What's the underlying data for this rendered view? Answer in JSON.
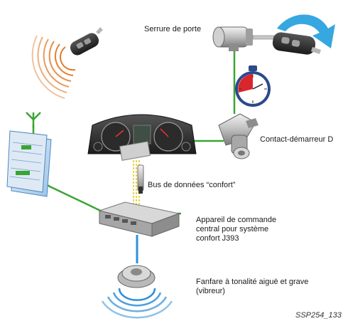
{
  "labels": {
    "door_lock": "Serrure de porte",
    "ignition": "Contact-démarreur D",
    "bus": "Bus de données “confort”",
    "control_unit_line1": "Appareil de commande",
    "control_unit_line2": "central pour système",
    "control_unit_line3": "confort J393",
    "horn_line1": "Fanfare à tonalité aiguë et grave",
    "horn_line2": "(vibreur)",
    "reference": "SSP254_133"
  },
  "colors": {
    "wire": "#3aa535",
    "bus": "#e8d64a",
    "signal": "#2f8fd6",
    "radio": "#e07a2a",
    "arrow": "#36a7e0",
    "clock_red": "#d9262c"
  }
}
